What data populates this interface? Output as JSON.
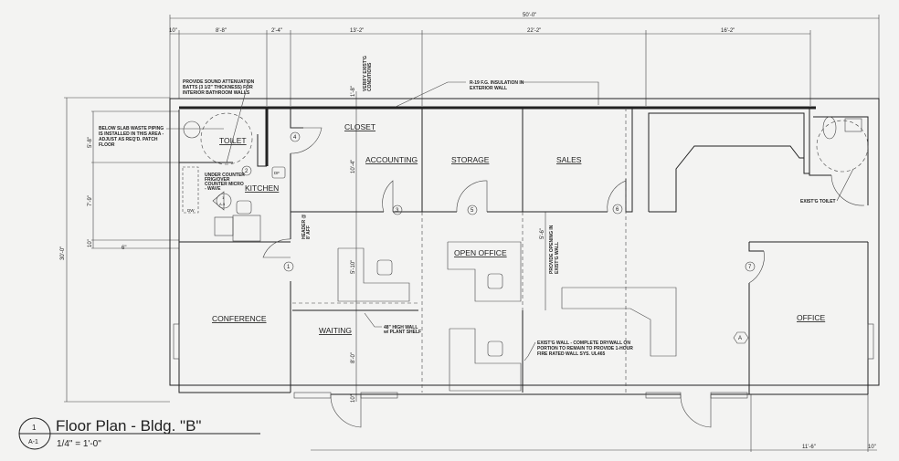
{
  "title": {
    "text": "Floor Plan - Bldg. \"B\"",
    "scale": "1/4\" = 1'-0\"",
    "detail_number": "1",
    "sheet": "A-1"
  },
  "dimensions": {
    "overall_width": "50'-0\"",
    "overall_depth": "30'-0\"",
    "top": [
      "10\"",
      "8'-8\"",
      "2'-4\"",
      "13'-2\"",
      "22'-2\"",
      "16'-2\""
    ],
    "left": [
      "5'-8\"",
      "7'-9\"",
      "10\"",
      "6\""
    ],
    "center_vertical": [
      "1'-8\"",
      "10'-4\"",
      "5'-10\"",
      "8'-0\"",
      "10\""
    ],
    "bottom": [
      "11'-6\"",
      "10\""
    ],
    "opening": "5'-6\""
  },
  "rooms": [
    "TOILET",
    "CLOSET",
    "ACCOUNTING",
    "STORAGE",
    "SALES",
    "KITCHEN",
    "CONFERENCE",
    "WAITING",
    "OPEN OFFICE",
    "OFFICE"
  ],
  "door_tags": [
    "1",
    "2",
    "3",
    "4",
    "5",
    "6",
    "7"
  ],
  "wall_tag": "A",
  "section_tag": {
    "number": "1",
    "sheet": "A-5"
  },
  "fixtures": {
    "dishwasher": "DW",
    "drinking_fountain": "DF"
  },
  "notes": {
    "sound": [
      "PROVIDE SOUND ATTENUATION",
      "BATTS (3 1/2\" THICKNESS) FOR",
      "INTERIOR BATHROOM WALLS"
    ],
    "slab": [
      "BELOW SLAB WASTE PIPING",
      "IS INSTALLED IN THIS AREA -",
      "ADJUST AS REQ'D.  PATCH",
      "FLOOR"
    ],
    "insulation": [
      "R-19 F.G. INSULATION IN",
      "EXTERIOR WALL"
    ],
    "verify": [
      "VERIFY EXIST'G",
      "CONDITIONS"
    ],
    "fridge": [
      "UNDER COUNTER",
      "FRIG/OVER",
      "COUNTER MICRO",
      "- WAVE"
    ],
    "header": [
      "HEADER @",
      "8' AFF"
    ],
    "wall48": [
      "48\" HIGH WALL",
      "w/ PLANT SHELF"
    ],
    "opening": [
      "PROVIDE OPENING IN",
      "EXIST'G WALL"
    ],
    "existing_wall": [
      "EXIST'G WALL -  COMPLETE DRYWALL ON",
      "PORTION TO REMAIN TO PROVIDE 1-HOUR",
      "FIRE RATED WALL SYS. UL465"
    ],
    "existing_toilet": "EXIST'G TOILET"
  }
}
